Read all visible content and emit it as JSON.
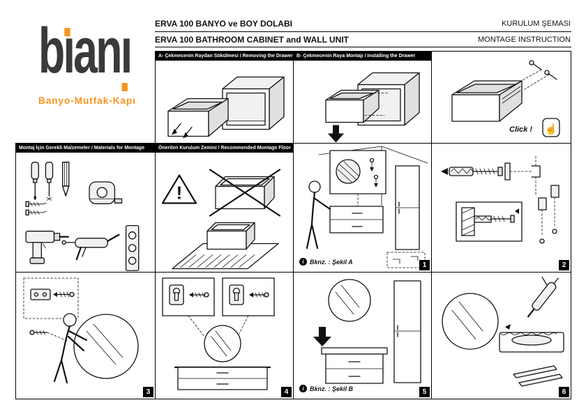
{
  "colors": {
    "accent": "#f7941d",
    "ink": "#111111",
    "paper": "#ffffff"
  },
  "logo": {
    "l1": "b",
    "l2": "ı",
    "l3": "an",
    "l4": "ı",
    "tagline": "Banyo-Mutfak-Kapı"
  },
  "header": {
    "title_tr": "ERVA 100 BANYO ve BOY DOLABI",
    "title_en": "ERVA 100 BATHROOM CABINET and WALL UNIT",
    "subtitle_tr": "KURULUM ŞEMASI",
    "subtitle_en": "MONTAGE INSTRUCTION"
  },
  "panels": {
    "a": {
      "title": "A- Çekmecenin Raydan Sökülmesi / Removing the Drawer"
    },
    "b": {
      "title": "B- Çekmecenin Raya Montajı / Installing the Drawer"
    },
    "click": {
      "label": "Click !",
      "finger_icon": "☝"
    },
    "materials": {
      "title": "Montaj İçin Gerekli Malzemeler / Materials for Montage"
    },
    "floor": {
      "title": "Önerilen Kurulum Zemini / Recommended Montage Floor",
      "warning_mark": "!"
    },
    "step1": {
      "number": "1",
      "note": "Bknz. : Şekil A",
      "info_icon": "i"
    },
    "step2": {
      "number": "2"
    },
    "step3": {
      "number": "3"
    },
    "step4": {
      "number": "4"
    },
    "step5": {
      "number": "5",
      "note": "Bknz. : Şekil B",
      "info_icon": "i"
    },
    "step6": {
      "number": "6"
    }
  }
}
